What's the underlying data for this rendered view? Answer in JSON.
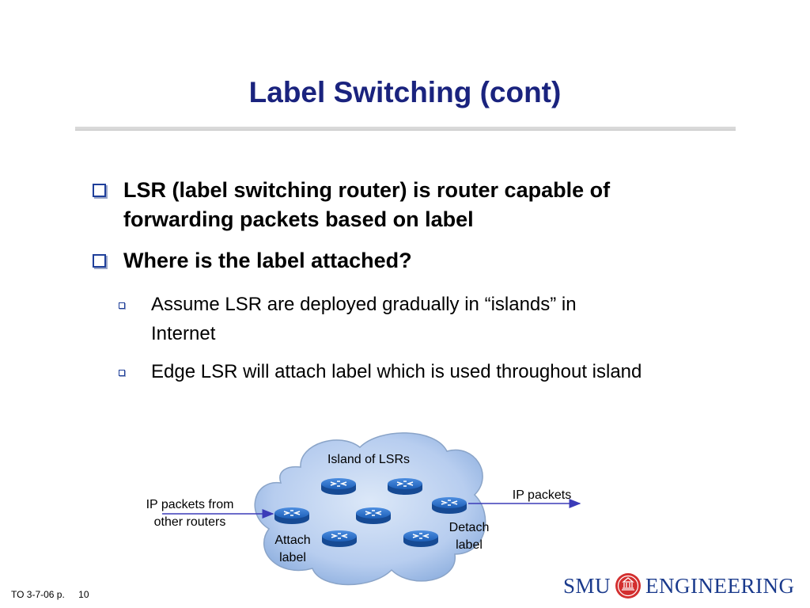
{
  "slide": {
    "title": "Label Switching (cont)",
    "bullets": [
      {
        "line1": "LSR (label switching router) is router capable of",
        "line2": "forwarding packets based on label"
      },
      {
        "line1": "Where is the label attached?"
      }
    ],
    "sub_bullets": [
      {
        "line1": "Assume LSR are deployed gradually in “islands” in",
        "line2": "Internet"
      },
      {
        "line1": "Edge LSR will attach label which is used throughout island"
      }
    ]
  },
  "diagram": {
    "cloud_label": "Island of LSRs",
    "ingress_label_line1": "IP packets from",
    "ingress_label_line2": "other routers",
    "egress_label": "IP packets",
    "attach_line1": "Attach",
    "attach_line2": "label",
    "detach_line1": "Detach",
    "detach_line2": "label",
    "router_icon": "router-icon",
    "cloud_color": "#b7cdef",
    "router_color": "#1d5fb8",
    "arrow_color": "#3b3bb8"
  },
  "footer": {
    "course": "TO 3-7-06 p.",
    "page": "10"
  },
  "logo": {
    "text_left": "SMU",
    "text_right": "ENGINEERING",
    "color": "#1a3a8c",
    "seal_color": "#d32f2f"
  }
}
